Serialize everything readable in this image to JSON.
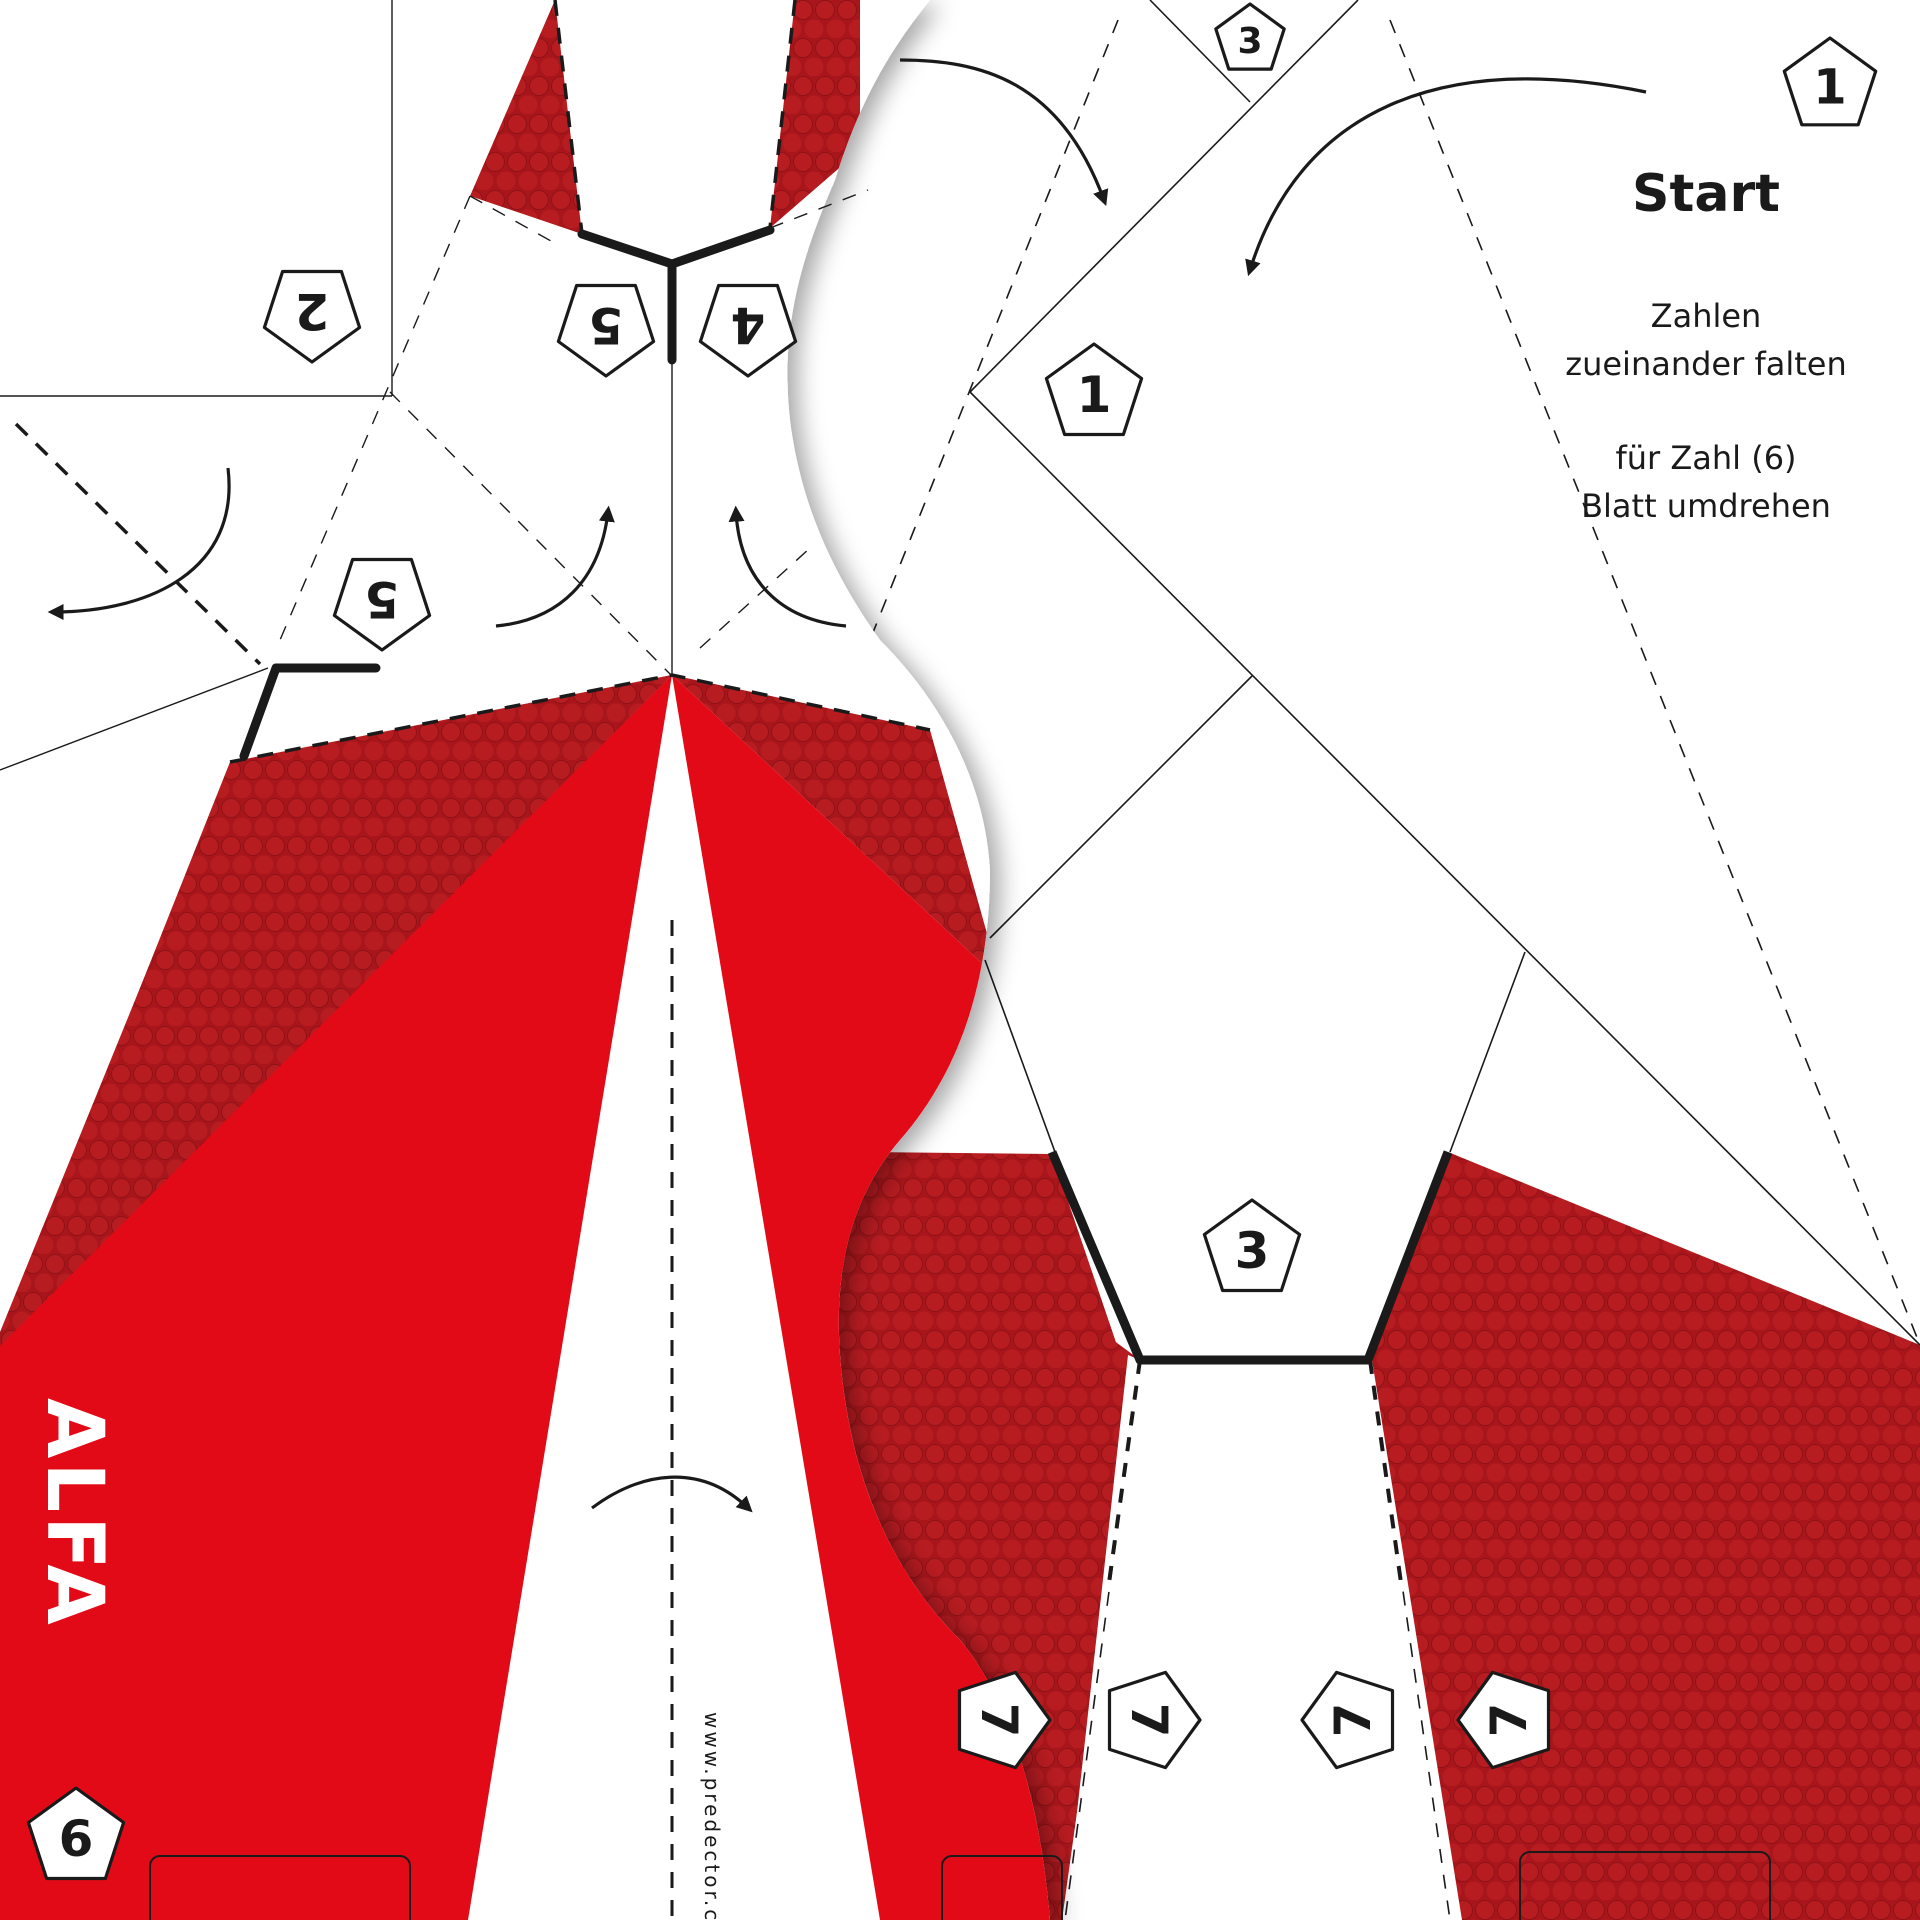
{
  "instructions": {
    "start_title": "Start",
    "line1": "Zahlen",
    "line2": "zueinander falten",
    "line3": "für Zahl (6)",
    "line4": "Blatt umdrehen"
  },
  "brand": {
    "plane_name": "ALFA",
    "website": "www.predector.com"
  },
  "markers": {
    "m1_top": "1",
    "m1_mid": "1",
    "m2": "2",
    "m3_top": "3",
    "m3_bottom": "3",
    "m4": "4",
    "m5_top": "5",
    "m5_left": "5",
    "m6": "6",
    "m7_a": "7",
    "m7_b": "7",
    "m7_c": "7",
    "m7_d": "7"
  },
  "colors": {
    "red_bright": "#e30a17",
    "red_dark": "#a8161b",
    "ink": "#1a1a1a",
    "paper": "#ffffff"
  },
  "icons": {
    "fold_arrow": "curved-arrow-icon",
    "fold_marker": "pentagon-number-icon"
  }
}
